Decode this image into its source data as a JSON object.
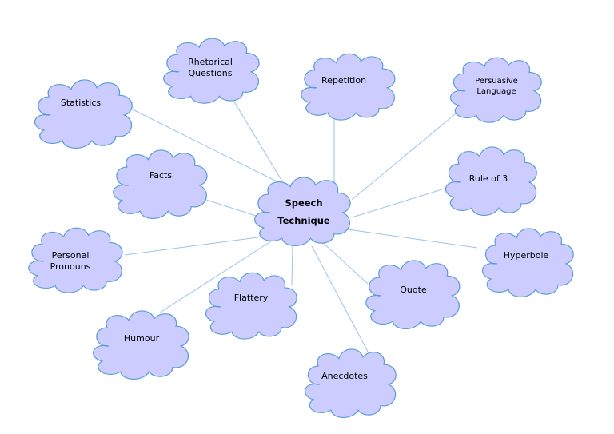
{
  "center": {
    "lines": [
      "Speech",
      "Technique"
    ]
  },
  "nodes": [
    {
      "id": "statistics",
      "lines": [
        "Statistics"
      ]
    },
    {
      "id": "rhetorical-questions",
      "lines": [
        "Rhetorical",
        "Questions"
      ]
    },
    {
      "id": "repetition",
      "lines": [
        "Repetition"
      ]
    },
    {
      "id": "persuasive-language",
      "lines": [
        "Persuasive",
        "Language"
      ]
    },
    {
      "id": "facts",
      "lines": [
        "Facts"
      ]
    },
    {
      "id": "rule-of-3",
      "lines": [
        "Rule of 3"
      ]
    },
    {
      "id": "personal-pronouns",
      "lines": [
        "Personal",
        "Pronouns"
      ]
    },
    {
      "id": "hyperbole",
      "lines": [
        "Hyperbole"
      ]
    },
    {
      "id": "flattery",
      "lines": [
        "Flattery"
      ]
    },
    {
      "id": "quote",
      "lines": [
        "Quote"
      ]
    },
    {
      "id": "humour",
      "lines": [
        "Humour"
      ]
    },
    {
      "id": "anecdotes",
      "lines": [
        "Anecdotes"
      ]
    }
  ],
  "colors": {
    "cloud_fill": "#ccccff",
    "cloud_outline": "#5b9bd5",
    "connector": "#9dc3e6"
  }
}
